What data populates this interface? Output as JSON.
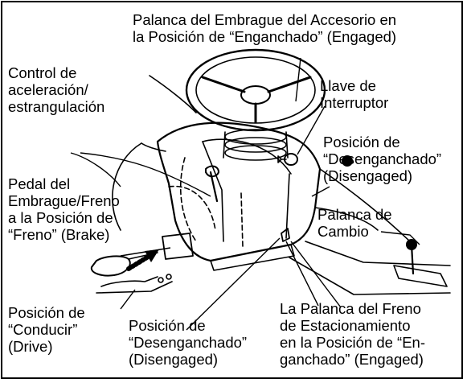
{
  "labels": {
    "accessory_clutch": "Palanca del Embrague del Accesorio en\nla Posición de “Enganchado” (Engaged)",
    "throttle": "Control de\naceleración/\nestrangulación",
    "ignition_key": "Llave de\nInterruptor",
    "disengaged_right": "Posición de\n“Desenganchado”\n(Disengaged)",
    "clutch_brake_pedal": "Pedal del\nEmbrague/Freno\na la Posición de\n“Freno” (Brake)",
    "shift_lever": "Palanca de\nCambio",
    "drive_position": "Posición de\n“Conducir”\n(Drive)",
    "disengaged_bottom": "Posición de\n“Desenganchado”\n(Disengaged)",
    "parking_brake": "La Palanca del Freno\nde Estacionamiento\nen la Posición de “En-\nganchado” (Engaged)"
  },
  "colors": {
    "ink": "#000000",
    "background": "#ffffff"
  }
}
